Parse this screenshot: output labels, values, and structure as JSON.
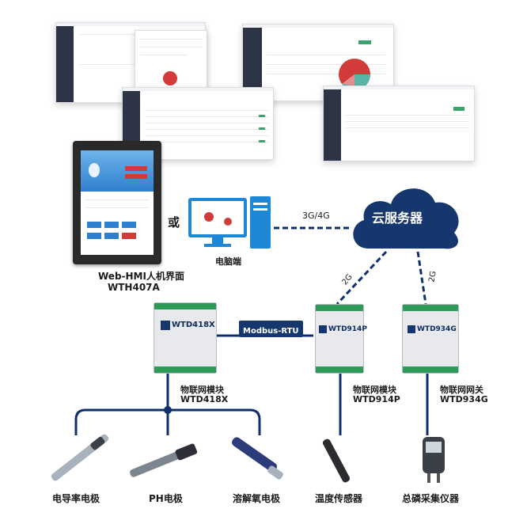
{
  "hmi": {
    "title": "Web-HMI人机界面",
    "model": "WTH407A"
  },
  "or_text": "或",
  "pc_label": "电脑端",
  "cloud_label": "云服务器",
  "net_3g4g": "3G/4G",
  "net_2g_left": "2G",
  "net_2g_right": "2G",
  "bus_label": "Modbus-RTU",
  "modules": [
    {
      "panel": "WTD418X",
      "caption": "物联网模块",
      "model": "WTD418X"
    },
    {
      "panel": "WTD914P",
      "caption": "物联网模块",
      "model": "WTD914P"
    },
    {
      "panel": "WTD934G",
      "caption": "物联网网关",
      "model": "WTD934G"
    }
  ],
  "sensors": [
    {
      "label": "电导率电极"
    },
    {
      "label": "PH电极"
    },
    {
      "label": "溶解氧电极"
    },
    {
      "label": "温度传感器"
    },
    {
      "label": "总磷采集仪器"
    }
  ],
  "colors": {
    "navy": "#0f2f6b",
    "cloud": "#16376e",
    "green": "#3aa56b",
    "pie_red": "#d33a3a",
    "pie_teal": "#5bb5a7"
  }
}
